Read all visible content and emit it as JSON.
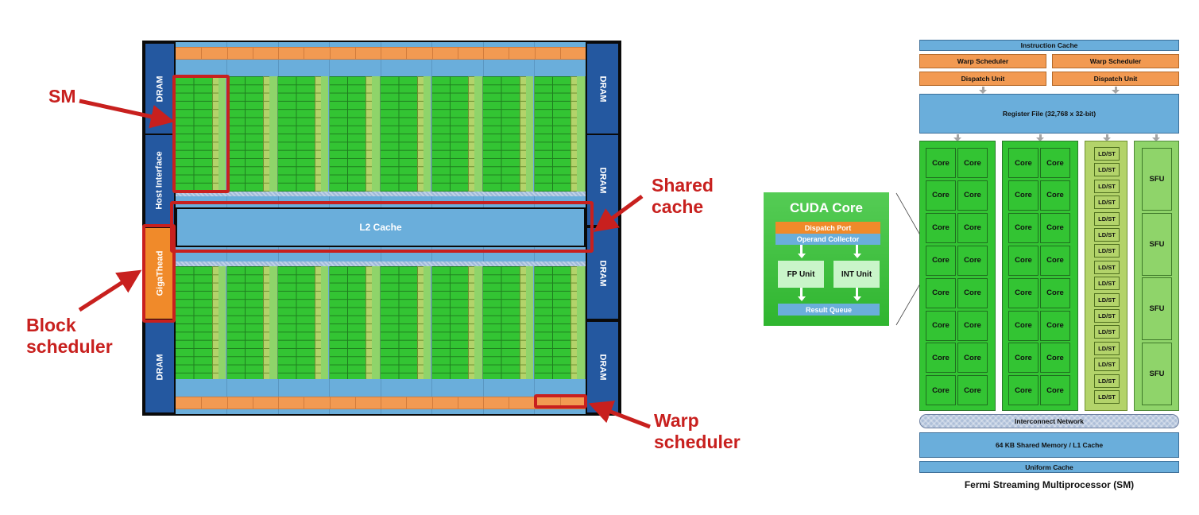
{
  "die": {
    "left_blocks": [
      {
        "label": "DRAM",
        "type": "dram"
      },
      {
        "label": "Host Interface",
        "type": "host"
      },
      {
        "label": "GigaThead",
        "type": "gigathread"
      },
      {
        "label": "DRAM",
        "type": "dram"
      }
    ],
    "right_blocks": [
      {
        "label": "DRAM",
        "type": "dram"
      },
      {
        "label": "DRAM",
        "type": "dram"
      },
      {
        "label": "DRAM",
        "type": "dram"
      },
      {
        "label": "DRAM",
        "type": "dram"
      }
    ],
    "l2_label": "L2 Cache",
    "sm_columns_per_half": 8,
    "halves": 2
  },
  "annotations": [
    {
      "id": "sm",
      "lines": [
        "SM"
      ]
    },
    {
      "id": "shared-cache",
      "lines": [
        "Shared",
        "cache"
      ]
    },
    {
      "id": "block-scheduler",
      "lines": [
        "Block",
        "scheduler"
      ]
    },
    {
      "id": "warp-scheduler",
      "lines": [
        "Warp",
        "scheduler"
      ]
    }
  ],
  "cuda_core": {
    "title": "CUDA Core",
    "dispatch_port": "Dispatch Port",
    "operand_collector": "Operand Collector",
    "fp_unit": "FP Unit",
    "int_unit": "INT Unit",
    "result_queue": "Result Queue"
  },
  "sm": {
    "instruction_cache": "Instruction Cache",
    "warp_schedulers": [
      "Warp Scheduler",
      "Warp Scheduler"
    ],
    "dispatch_units": [
      "Dispatch Unit",
      "Dispatch Unit"
    ],
    "register_file": "Register File (32,768 x 32-bit)",
    "core_label": "Core",
    "core_groups": 2,
    "cores_per_group": 16,
    "ldst_label": "LD/ST",
    "ldst_count": 16,
    "sfu_label": "SFU",
    "sfu_count": 4,
    "interconnect": "Interconnect Network",
    "shared_memory": "64 KB Shared Memory / L1 Cache",
    "uniform_cache": "Uniform Cache",
    "caption": "Fermi Streaming Multiprocessor (SM)"
  },
  "colors": {
    "annotation_red": "#c8201e",
    "dram_blue": "#2458a0",
    "cache_blue": "#6aaedb",
    "scheduler_orange": "#f29a52",
    "gigathread_orange": "#f08a2a",
    "core_green": "#33c433",
    "ldst_green": "#b3d36a",
    "sfu_green": "#8fd46a"
  }
}
